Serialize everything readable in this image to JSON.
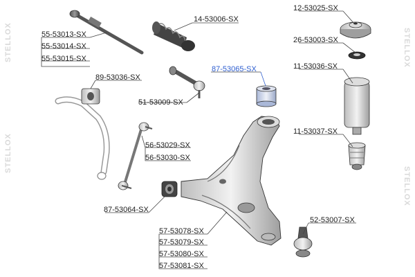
{
  "watermark": {
    "brand": "STELLOX"
  },
  "parts": {
    "tie_rod": [
      "55-53013-SX",
      "55-53014-SX",
      "55-53015-SX"
    ],
    "boot": "14-53006-SX",
    "top_mount": "12-53025-SX",
    "bearing": "26-53003-SX",
    "stabilizer_bushing": "89-53036-SX",
    "bushing_highlight": "87-53065-SX",
    "dust_boot": "11-53036-SX",
    "tie_rod_end": "51-53009-SX",
    "bump_stop": "11-53037-SX",
    "stabilizer_link": [
      "56-53029-SX",
      "56-53030-SX"
    ],
    "arm_bushing": "87-53064-SX",
    "ball_joint": "52-53007-SX",
    "control_arm": [
      "57-53078-SX",
      "57-53079-SX",
      "57-53080-SX",
      "57-53081-SX"
    ]
  },
  "colors": {
    "line": "#333333",
    "highlight": "#2f5fd0",
    "watermark": "#d9d9d9",
    "part_fill": "#eeeeee",
    "part_dark": "#555555"
  }
}
